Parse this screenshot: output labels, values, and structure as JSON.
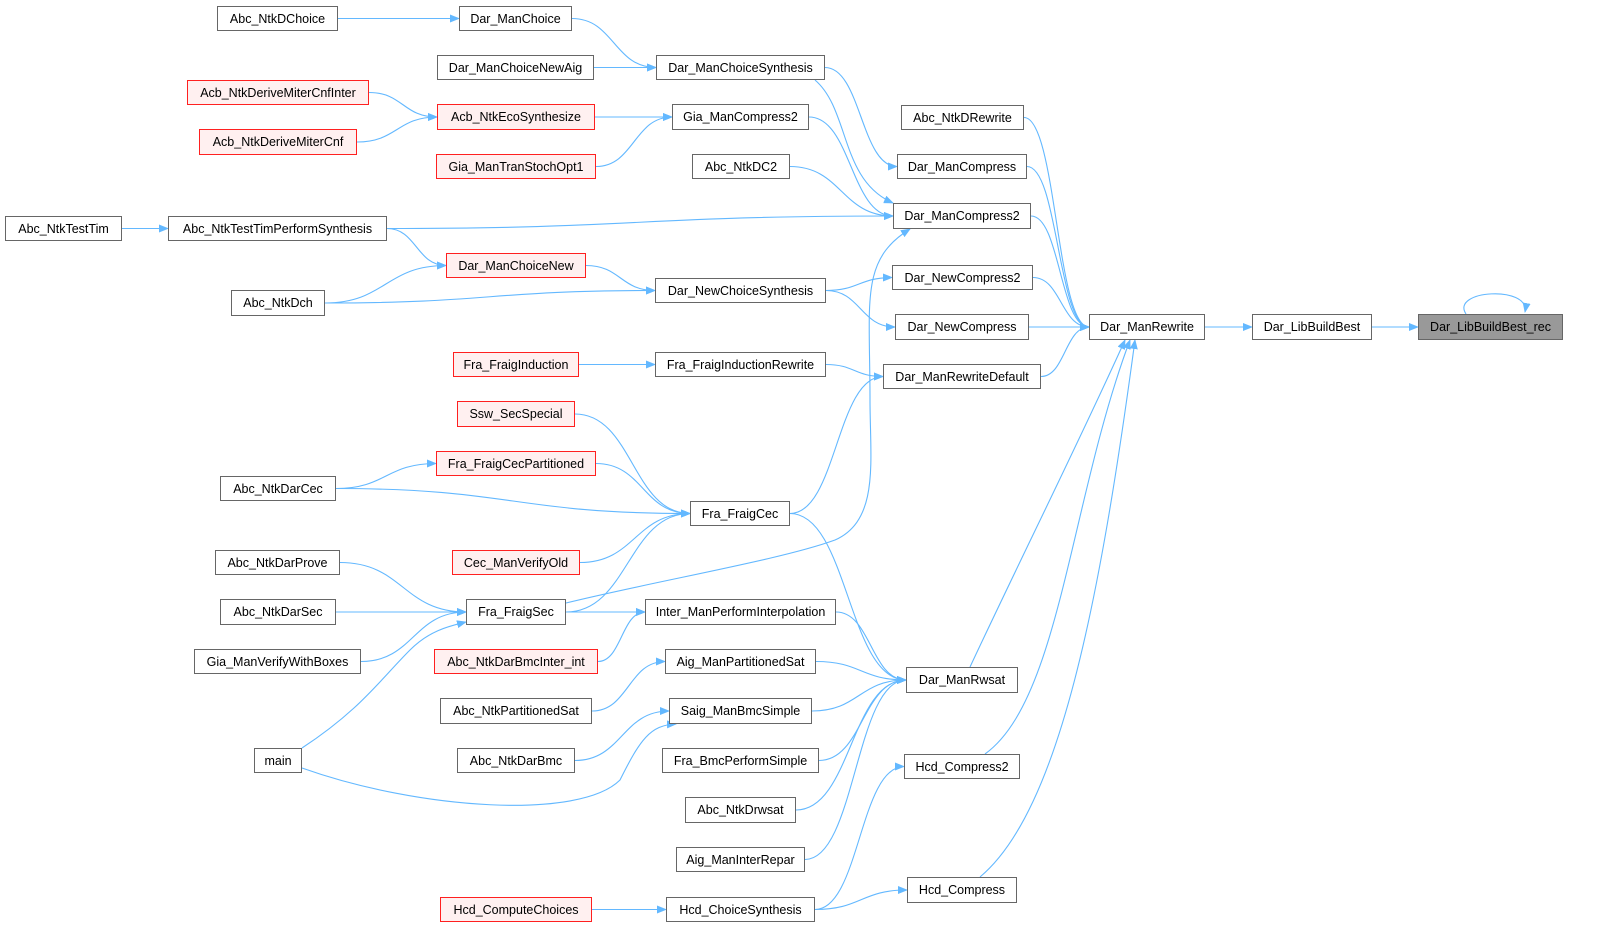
{
  "colors": {
    "edge": "#63b8ff",
    "node_border": "#666666",
    "red_border": "#ff2020",
    "red_fill": "#fff0f0",
    "focus_fill": "#999999"
  },
  "nodes": [
    {
      "id": "Dar_LibBuildBest_rec",
      "label": "Dar_LibBuildBest_rec",
      "style": "focus"
    },
    {
      "id": "Dar_LibBuildBest",
      "label": "Dar_LibBuildBest",
      "style": "normal"
    },
    {
      "id": "Dar_ManRewrite",
      "label": "Dar_ManRewrite",
      "style": "normal"
    },
    {
      "id": "Abc_NtkDRewrite",
      "label": "Abc_NtkDRewrite",
      "style": "normal"
    },
    {
      "id": "Dar_ManCompress",
      "label": "Dar_ManCompress",
      "style": "normal"
    },
    {
      "id": "Dar_ManCompress2",
      "label": "Dar_ManCompress2",
      "style": "normal"
    },
    {
      "id": "Dar_NewCompress2",
      "label": "Dar_NewCompress2",
      "style": "normal"
    },
    {
      "id": "Dar_NewCompress",
      "label": "Dar_NewCompress",
      "style": "normal"
    },
    {
      "id": "Dar_ManRewriteDefault",
      "label": "Dar_ManRewriteDefault",
      "style": "normal"
    },
    {
      "id": "Dar_ManRwsat",
      "label": "Dar_ManRwsat",
      "style": "normal"
    },
    {
      "id": "Hcd_Compress2",
      "label": "Hcd_Compress2",
      "style": "normal"
    },
    {
      "id": "Hcd_Compress",
      "label": "Hcd_Compress",
      "style": "normal"
    },
    {
      "id": "Dar_ManChoice",
      "label": "Dar_ManChoice",
      "style": "normal"
    },
    {
      "id": "Dar_ManChoiceSynthesis",
      "label": "Dar_ManChoiceSynthesis",
      "style": "normal"
    },
    {
      "id": "Gia_ManCompress2",
      "label": "Gia_ManCompress2",
      "style": "normal"
    },
    {
      "id": "Abc_NtkDC2",
      "label": "Abc_NtkDC2",
      "style": "normal"
    },
    {
      "id": "Dar_NewChoiceSynthesis",
      "label": "Dar_NewChoiceSynthesis",
      "style": "normal"
    },
    {
      "id": "Fra_FraigInductionRewrite",
      "label": "Fra_FraigInductionRewrite",
      "style": "normal"
    },
    {
      "id": "Fra_FraigCec",
      "label": "Fra_FraigCec",
      "style": "normal"
    },
    {
      "id": "Inter_ManPerformInterpolation",
      "label": "Inter_ManPerformInterpolation",
      "style": "normal"
    },
    {
      "id": "Aig_ManPartitionedSat",
      "label": "Aig_ManPartitionedSat",
      "style": "normal"
    },
    {
      "id": "Saig_ManBmcSimple",
      "label": "Saig_ManBmcSimple",
      "style": "normal"
    },
    {
      "id": "Fra_BmcPerformSimple",
      "label": "Fra_BmcPerformSimple",
      "style": "normal"
    },
    {
      "id": "Abc_NtkDrwsat",
      "label": "Abc_NtkDrwsat",
      "style": "normal"
    },
    {
      "id": "Aig_ManInterRepar",
      "label": "Aig_ManInterRepar",
      "style": "normal"
    },
    {
      "id": "Hcd_ChoiceSynthesis",
      "label": "Hcd_ChoiceSynthesis",
      "style": "normal"
    },
    {
      "id": "Dar_ManChoiceNewAig",
      "label": "Dar_ManChoiceNewAig",
      "style": "normal"
    },
    {
      "id": "Acb_NtkEcoSynthesize",
      "label": "Acb_NtkEcoSynthesize",
      "style": "red"
    },
    {
      "id": "Gia_ManTranStochOpt1",
      "label": "Gia_ManTranStochOpt1",
      "style": "red"
    },
    {
      "id": "Dar_ManChoiceNew",
      "label": "Dar_ManChoiceNew",
      "style": "red"
    },
    {
      "id": "Fra_FraigInduction",
      "label": "Fra_FraigInduction",
      "style": "red"
    },
    {
      "id": "Ssw_SecSpecial",
      "label": "Ssw_SecSpecial",
      "style": "red"
    },
    {
      "id": "Fra_FraigCecPartitioned",
      "label": "Fra_FraigCecPartitioned",
      "style": "red"
    },
    {
      "id": "Cec_ManVerifyOld",
      "label": "Cec_ManVerifyOld",
      "style": "red"
    },
    {
      "id": "Fra_FraigSec",
      "label": "Fra_FraigSec",
      "style": "normal"
    },
    {
      "id": "Abc_NtkDarBmcInter_int",
      "label": "Abc_NtkDarBmcInter_int",
      "style": "red"
    },
    {
      "id": "Abc_NtkPartitionedSat",
      "label": "Abc_NtkPartitionedSat",
      "style": "normal"
    },
    {
      "id": "Abc_NtkDarBmc",
      "label": "Abc_NtkDarBmc",
      "style": "normal"
    },
    {
      "id": "Hcd_ComputeChoices",
      "label": "Hcd_ComputeChoices",
      "style": "red"
    },
    {
      "id": "Abc_NtkDChoice",
      "label": "Abc_NtkDChoice",
      "style": "normal"
    },
    {
      "id": "Acb_NtkDeriveMiterCnfInter",
      "label": "Acb_NtkDeriveMiterCnfInter",
      "style": "red"
    },
    {
      "id": "Acb_NtkDeriveMiterCnf",
      "label": "Acb_NtkDeriveMiterCnf",
      "style": "red"
    },
    {
      "id": "Abc_NtkTestTim",
      "label": "Abc_NtkTestTim",
      "style": "normal"
    },
    {
      "id": "Abc_NtkTestTimPerformSynthesis",
      "label": "Abc_NtkTestTimPerformSynthesis",
      "style": "normal"
    },
    {
      "id": "Abc_NtkDch",
      "label": "Abc_NtkDch",
      "style": "normal"
    },
    {
      "id": "Abc_NtkDarCec",
      "label": "Abc_NtkDarCec",
      "style": "normal"
    },
    {
      "id": "Abc_NtkDarProve",
      "label": "Abc_NtkDarProve",
      "style": "normal"
    },
    {
      "id": "Abc_NtkDarSec",
      "label": "Abc_NtkDarSec",
      "style": "normal"
    },
    {
      "id": "Gia_ManVerifyWithBoxes",
      "label": "Gia_ManVerifyWithBoxes",
      "style": "normal"
    },
    {
      "id": "main",
      "label": "main",
      "style": "normal"
    }
  ],
  "edges": [
    [
      "Dar_LibBuildBest_rec",
      "Dar_LibBuildBest_rec"
    ],
    [
      "Dar_LibBuildBest",
      "Dar_LibBuildBest_rec"
    ],
    [
      "Dar_ManRewrite",
      "Dar_LibBuildBest"
    ],
    [
      "Abc_NtkDRewrite",
      "Dar_ManRewrite"
    ],
    [
      "Dar_ManCompress",
      "Dar_ManRewrite"
    ],
    [
      "Dar_ManCompress2",
      "Dar_ManRewrite"
    ],
    [
      "Dar_NewCompress2",
      "Dar_ManRewrite"
    ],
    [
      "Dar_NewCompress",
      "Dar_ManRewrite"
    ],
    [
      "Dar_ManRewriteDefault",
      "Dar_ManRewrite"
    ],
    [
      "Dar_ManRwsat",
      "Dar_ManRewrite"
    ],
    [
      "Hcd_Compress2",
      "Dar_ManRewrite"
    ],
    [
      "Hcd_Compress",
      "Dar_ManRewrite"
    ],
    [
      "Dar_ManChoiceSynthesis",
      "Dar_ManCompress"
    ],
    [
      "Dar_ManChoiceSynthesis",
      "Dar_ManCompress2"
    ],
    [
      "Gia_ManCompress2",
      "Dar_ManCompress2"
    ],
    [
      "Abc_NtkDC2",
      "Dar_ManCompress2"
    ],
    [
      "Abc_NtkTestTimPerformSynthesis",
      "Dar_ManCompress2"
    ],
    [
      "Fra_FraigSec",
      "Dar_ManCompress2"
    ],
    [
      "Dar_NewChoiceSynthesis",
      "Dar_NewCompress2"
    ],
    [
      "Dar_NewChoiceSynthesis",
      "Dar_NewCompress"
    ],
    [
      "Fra_FraigInductionRewrite",
      "Dar_ManRewriteDefault"
    ],
    [
      "Fra_FraigCec",
      "Dar_ManRewriteDefault"
    ],
    [
      "Fra_FraigCec",
      "Dar_ManRwsat"
    ],
    [
      "Inter_ManPerformInterpolation",
      "Dar_ManRwsat"
    ],
    [
      "Aig_ManPartitionedSat",
      "Dar_ManRwsat"
    ],
    [
      "Saig_ManBmcSimple",
      "Dar_ManRwsat"
    ],
    [
      "Fra_BmcPerformSimple",
      "Dar_ManRwsat"
    ],
    [
      "Abc_NtkDrwsat",
      "Dar_ManRwsat"
    ],
    [
      "Aig_ManInterRepar",
      "Dar_ManRwsat"
    ],
    [
      "Hcd_ChoiceSynthesis",
      "Hcd_Compress2"
    ],
    [
      "Hcd_ChoiceSynthesis",
      "Hcd_Compress"
    ],
    [
      "Dar_ManChoice",
      "Dar_ManChoiceSynthesis"
    ],
    [
      "Dar_ManChoiceNewAig",
      "Dar_ManChoiceSynthesis"
    ],
    [
      "Acb_NtkEcoSynthesize",
      "Gia_ManCompress2"
    ],
    [
      "Gia_ManTranStochOpt1",
      "Gia_ManCompress2"
    ],
    [
      "Dar_ManChoiceNew",
      "Dar_NewChoiceSynthesis"
    ],
    [
      "Abc_NtkDch",
      "Dar_NewChoiceSynthesis"
    ],
    [
      "Abc_NtkDch",
      "Dar_ManChoiceNew"
    ],
    [
      "Fra_FraigInduction",
      "Fra_FraigInductionRewrite"
    ],
    [
      "Ssw_SecSpecial",
      "Fra_FraigCec"
    ],
    [
      "Fra_FraigCecPartitioned",
      "Fra_FraigCec"
    ],
    [
      "Abc_NtkDarCec",
      "Fra_FraigCec"
    ],
    [
      "Cec_ManVerifyOld",
      "Fra_FraigCec"
    ],
    [
      "Fra_FraigSec",
      "Fra_FraigCec"
    ],
    [
      "Fra_FraigSec",
      "Inter_ManPerformInterpolation"
    ],
    [
      "Abc_NtkDarBmcInter_int",
      "Inter_ManPerformInterpolation"
    ],
    [
      "Abc_NtkPartitionedSat",
      "Aig_ManPartitionedSat"
    ],
    [
      "Abc_NtkDarBmc",
      "Saig_ManBmcSimple"
    ],
    [
      "main",
      "Saig_ManBmcSimple"
    ],
    [
      "main",
      "Fra_FraigSec"
    ],
    [
      "Hcd_ComputeChoices",
      "Hcd_ChoiceSynthesis"
    ],
    [
      "Abc_NtkDChoice",
      "Dar_ManChoice"
    ],
    [
      "Acb_NtkDeriveMiterCnfInter",
      "Acb_NtkEcoSynthesize"
    ],
    [
      "Acb_NtkDeriveMiterCnf",
      "Acb_NtkEcoSynthesize"
    ],
    [
      "Abc_NtkTestTim",
      "Abc_NtkTestTimPerformSynthesis"
    ],
    [
      "Abc_NtkTestTimPerformSynthesis",
      "Dar_ManChoiceNew"
    ],
    [
      "Abc_NtkDarCec",
      "Fra_FraigCecPartitioned"
    ],
    [
      "Abc_NtkDarProve",
      "Fra_FraigSec"
    ],
    [
      "Abc_NtkDarSec",
      "Fra_FraigSec"
    ],
    [
      "Gia_ManVerifyWithBoxes",
      "Fra_FraigSec"
    ]
  ]
}
